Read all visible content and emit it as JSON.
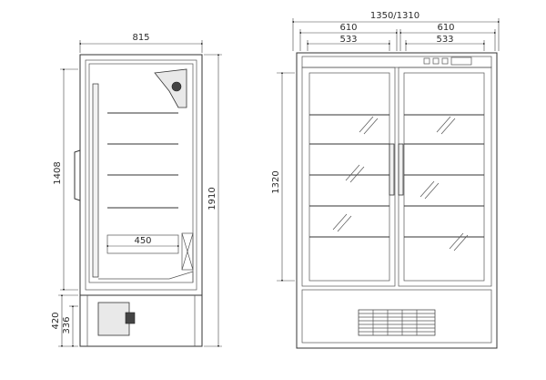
{
  "side_view": {
    "width_label": "815",
    "height_label": "1910",
    "door_height_label": "1408",
    "shelf_width_label": "450",
    "base_height_label": "420",
    "compressor_label": "336"
  },
  "front_view": {
    "overall_width_label": "1350/1310",
    "left_door_outer_label": "610",
    "left_door_inner_label": "533",
    "right_door_outer_label": "610",
    "right_door_inner_label": "533",
    "glass_height_label": "1320"
  }
}
